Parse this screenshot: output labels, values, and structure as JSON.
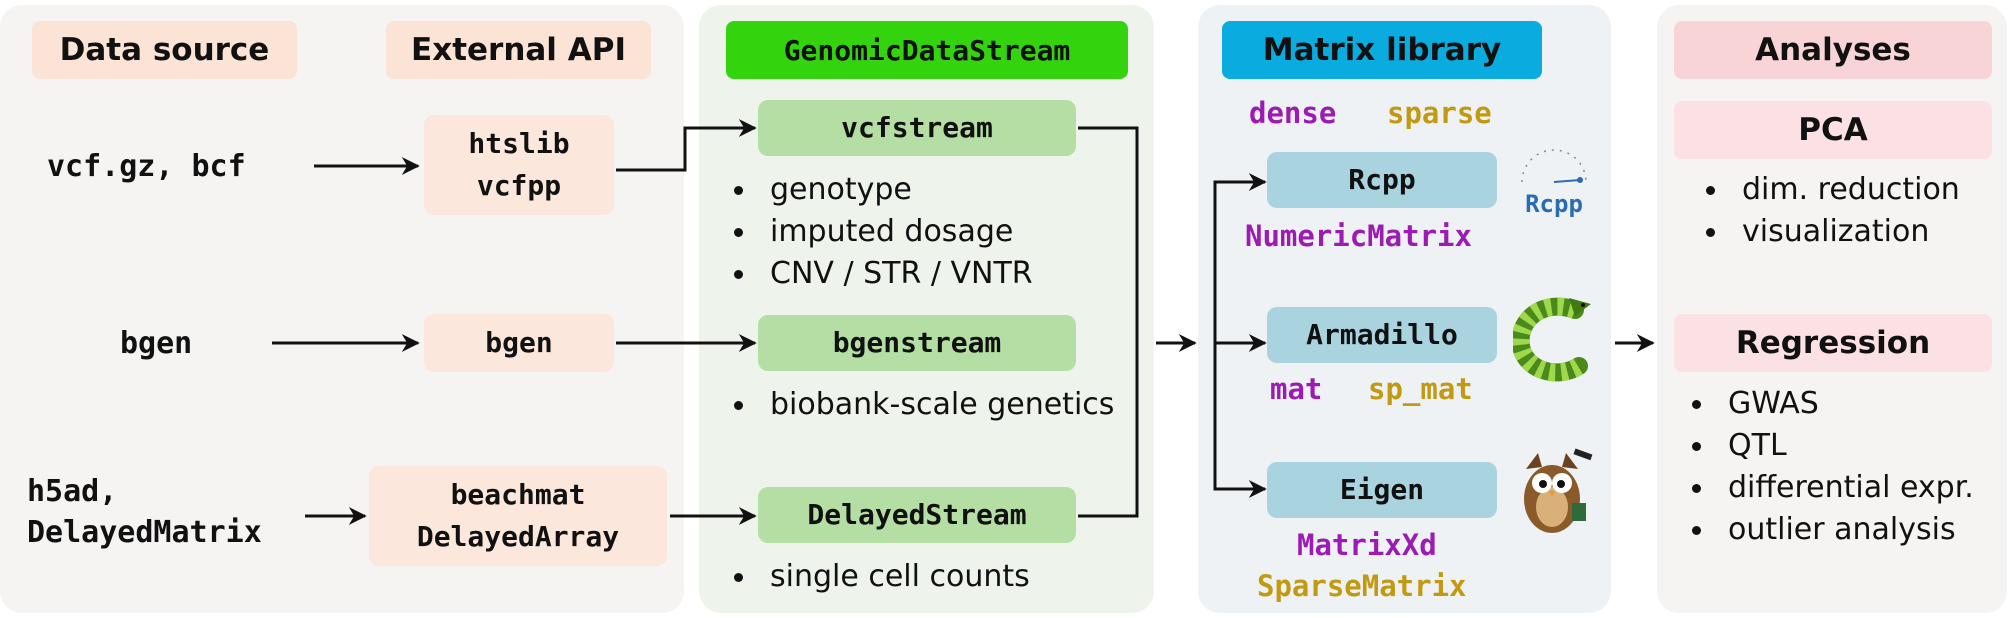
{
  "headers": {
    "data_source": "Data source",
    "external_api": "External API",
    "stream": "GenomicDataStream",
    "matrix_library": "Matrix library",
    "analyses": "Analyses"
  },
  "sources": {
    "vcf": "vcf.gz, bcf",
    "bgen": "bgen",
    "h5ad_line1": "h5ad,",
    "h5ad_line2": "DelayedMatrix"
  },
  "apis": {
    "htslib": "htslib",
    "vcfpp": "vcfpp",
    "bgen": "bgen",
    "beachmat": "beachmat",
    "delayedarray": "DelayedArray"
  },
  "streams": {
    "vcfstream": {
      "label": "vcfstream",
      "bullets": [
        "genotype",
        "imputed dosage",
        "CNV / STR / VNTR"
      ]
    },
    "bgenstream": {
      "label": "bgenstream",
      "bullets": [
        "biobank-scale genetics"
      ]
    },
    "delayedstream": {
      "label": "DelayedStream",
      "bullets": [
        "single cell counts"
      ]
    }
  },
  "matrix": {
    "dense": "dense",
    "sparse": "sparse",
    "rcpp": {
      "label": "Rcpp",
      "dense_type": "NumericMatrix",
      "logo_text": "Rcpp"
    },
    "armadillo": {
      "label": "Armadillo",
      "dense_type": "mat",
      "sparse_type": "sp_mat"
    },
    "eigen": {
      "label": "Eigen",
      "dense_type": "MatrixXd",
      "sparse_type": "SparseMatrix"
    }
  },
  "analyses": {
    "pca": {
      "title": "PCA",
      "bullets": [
        "dim. reduction",
        "visualization"
      ]
    },
    "regression": {
      "title": "Regression",
      "bullets": [
        "GWAS",
        "QTL",
        "differential expr.",
        "outlier analysis"
      ]
    }
  },
  "colors": {
    "panel_bg_1": "#f6f4f2",
    "panel_bg_2": "#eef4ec",
    "panel_bg_3": "#eff2f5",
    "header_peach": "#fbe3d6",
    "header_green": "#33d40e",
    "header_blue": "#0aabde",
    "header_pink": "#f9d4d6",
    "api_box": "#fbe7dc",
    "stream_box": "#b5dea4",
    "matrix_box": "#a9d3df",
    "analysis_box": "#fbe1e3",
    "dense_purple": "#9b1bb3",
    "sparse_gold": "#c29a12",
    "rcpp_blue": "#2a6cb4"
  },
  "icons": [
    "rcpp-logo-icon",
    "armadillo-icon",
    "eigen-owl-icon"
  ]
}
